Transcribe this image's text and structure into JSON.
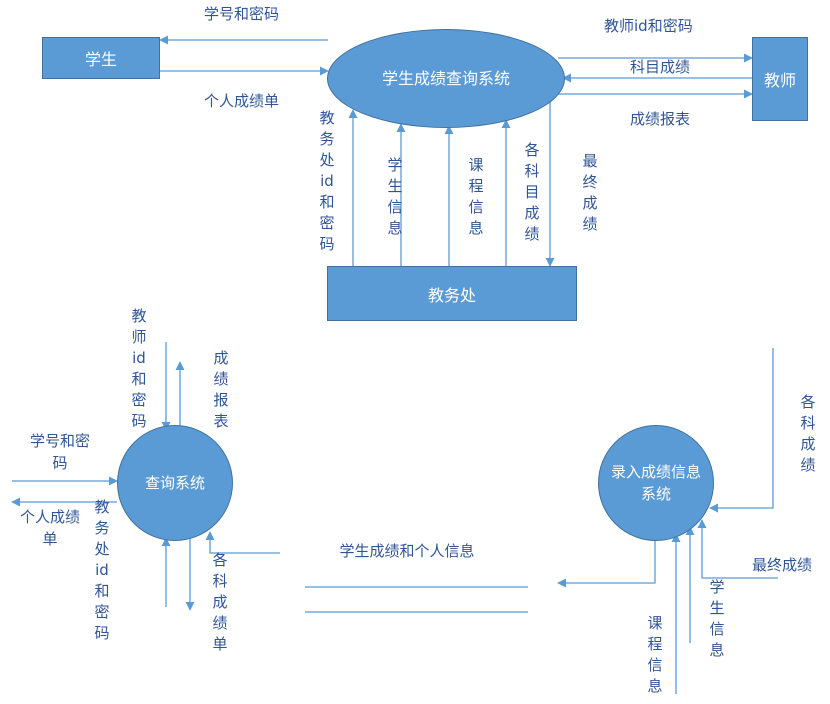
{
  "diagram_top": {
    "student": "学生",
    "teacher": "教师",
    "system": "学生成绩查询系统",
    "office": "教务处",
    "flows": {
      "student_id_pwd": "学号和密码",
      "personal_report": "个人成绩单",
      "teacher_id_pwd": "教师id和密码",
      "subject_scores": "科目成绩",
      "score_report": "成绩报表",
      "office_id_pwd": "教务处id和密码",
      "student_info": "学生信息",
      "course_info": "课程信息",
      "all_subject_scores": "各科目成绩",
      "final_scores": "最终成绩"
    }
  },
  "diagram_bottom": {
    "query_system": "查询系统",
    "entry_system": "录入成绩信息系统",
    "flows": {
      "teacher_id_pwd": "教师id和密码",
      "score_report": "成绩报表",
      "student_id_pwd": "学号和密码",
      "personal_report": "个人成绩单",
      "office_id_pwd": "教务处id和密码",
      "subject_report": "各科成绩单",
      "datastore_label": "学生成绩和个人信息",
      "subject_scores": "各科成绩",
      "final_scores": "最终成绩",
      "student_info": "学生信息",
      "course_info": "课程信息"
    }
  },
  "colors": {
    "fill": "#5b9bd5",
    "stroke": "#41719c",
    "line": "#5b9bd5",
    "text": "#2f5597"
  }
}
